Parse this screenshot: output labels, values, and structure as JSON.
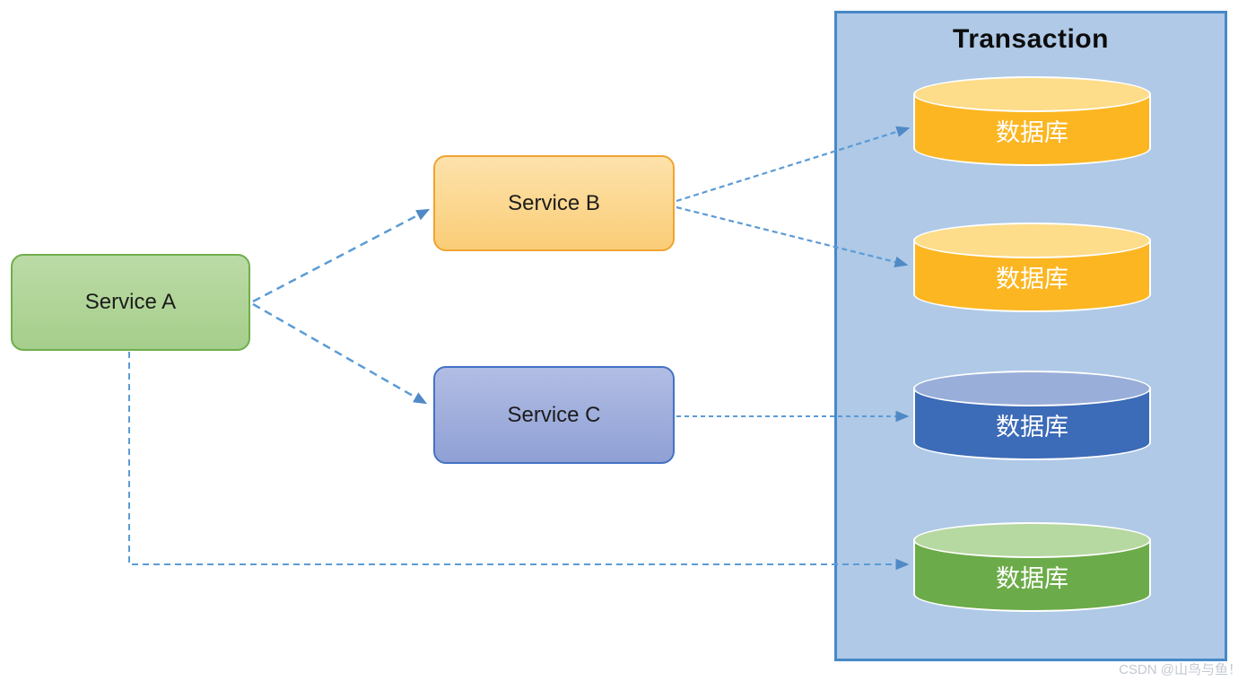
{
  "diagram": {
    "title": "Transaction",
    "services": [
      {
        "id": "service-a",
        "label": "Service A",
        "fill": "#A6CE8B",
        "border": "#6FAE4C"
      },
      {
        "id": "service-b",
        "label": "Service B",
        "fill": "#FACD77",
        "border": "#F0A432"
      },
      {
        "id": "service-c",
        "label": "Service C",
        "fill": "#8FA0D5",
        "border": "#4472C4"
      }
    ],
    "transaction_group": {
      "fill": "#AFC9E7",
      "border": "#4888C8",
      "databases": [
        {
          "id": "db-1",
          "label": "数据库",
          "body_color": "#FBB622",
          "top_color": "#FDDC8A"
        },
        {
          "id": "db-2",
          "label": "数据库",
          "body_color": "#FBB622",
          "top_color": "#FDDC8A"
        },
        {
          "id": "db-3",
          "label": "数据库",
          "body_color": "#3C6BB7",
          "top_color": "#99AED9"
        },
        {
          "id": "db-4",
          "label": "数据库",
          "body_color": "#6CAB49",
          "top_color": "#B6D8A1"
        }
      ]
    },
    "connections": [
      {
        "from": "service-a",
        "to": "service-b",
        "style": "dashed-arrow"
      },
      {
        "from": "service-a",
        "to": "service-c",
        "style": "dashed-arrow"
      },
      {
        "from": "service-b",
        "to": "db-1",
        "style": "dashed-arrow"
      },
      {
        "from": "service-b",
        "to": "db-2",
        "style": "dashed-arrow"
      },
      {
        "from": "service-c",
        "to": "db-3",
        "style": "dashed-arrow"
      },
      {
        "from": "service-a",
        "to": "db-4",
        "style": "dashed-arrow"
      }
    ],
    "arrow_color": "#5B9BD5",
    "watermark": "CSDN @山鸟与鱼！"
  }
}
